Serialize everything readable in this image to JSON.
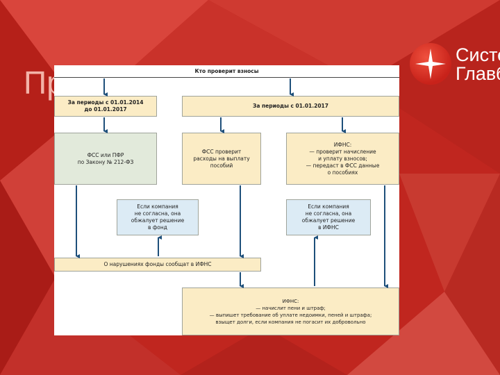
{
  "slide": {
    "title": "Пр",
    "logo_line1": "Систе",
    "logo_line2": "Главб"
  },
  "diagram": {
    "header": "Кто проверит взносы",
    "period_old_1": "За периоды с 01.01.2014",
    "period_old_2": "до 01.01.2017",
    "period_new": "За периоды с 01.01.2017",
    "fss_pfr_1": "ФСС или ПФР",
    "fss_pfr_2": "по Закону № 212-ФЗ",
    "fss_check_1": "ФСС проверит",
    "fss_check_2": "расходы на выплату",
    "fss_check_3": "пособий",
    "ifns_title": "ИФНС:",
    "ifns_1": "— проверит начисление",
    "ifns_2": "и уплату взносов;",
    "ifns_3": "— передаст в ФСС данные",
    "ifns_4": "о пособиях",
    "dispute_fund_1": "Если компания",
    "dispute_fund_2": "не согласна, она",
    "dispute_fund_3": "обжалует решение",
    "dispute_fund_4": "в фонд",
    "dispute_ifns_1": "Если компания",
    "dispute_ifns_2": "не согласна, она",
    "dispute_ifns_3": "обжалует решение",
    "dispute_ifns_4": "в ИФНС",
    "report": "О нарушениях фонды сообщат в ИФНС",
    "final_title": "ИФНС:",
    "final_1": "— начислит пени и штраф;",
    "final_2": "— выпишет требование об уплате недоимки, пеней и штрафа;",
    "final_3": "взыщет долги, если компания не погасит их добровольно"
  },
  "colors": {
    "beige": "#fbecc5",
    "green": "#e2eadb",
    "blue": "#dcebf5",
    "arrow": "#1d4f7a",
    "background_red": "#c42a24"
  }
}
